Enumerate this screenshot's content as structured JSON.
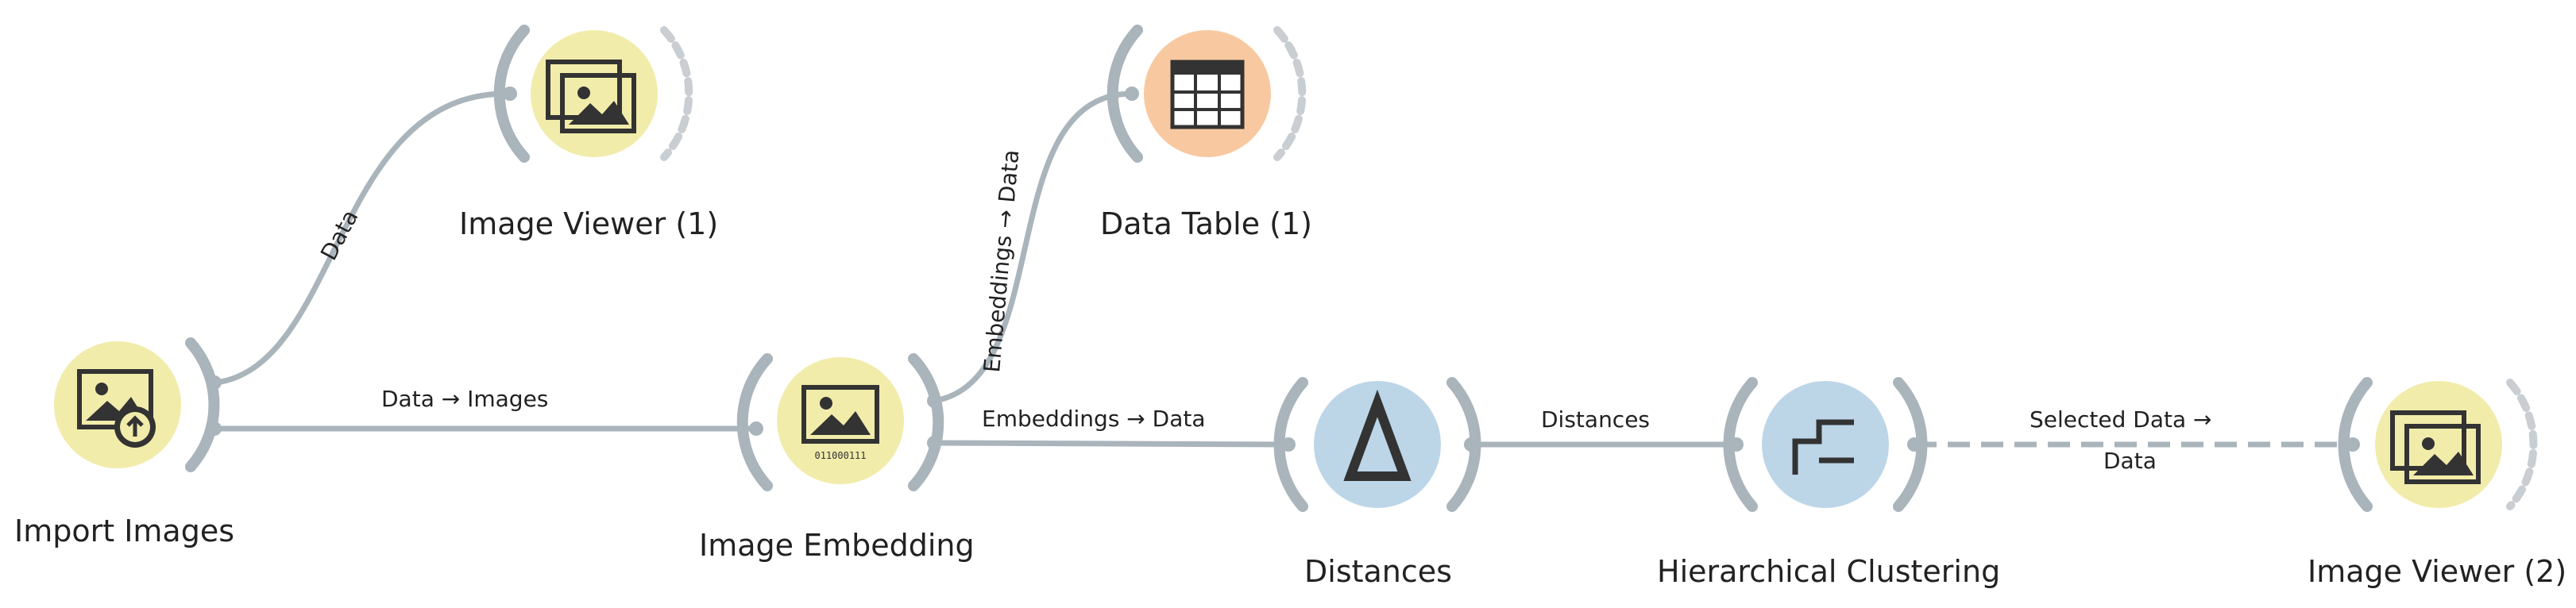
{
  "nodes": {
    "import_images": {
      "label": "Import Images",
      "color": "#f1ecaa"
    },
    "image_viewer_1": {
      "label": "Image Viewer (1)",
      "color": "#f1ecaa"
    },
    "data_table_1": {
      "label": "Data Table (1)",
      "color": "#f8c9a0"
    },
    "image_embedding": {
      "label": "Image Embedding",
      "color": "#f1ecaa",
      "icon_text": "011000111"
    },
    "distances": {
      "label": "Distances",
      "color": "#bcd6e8"
    },
    "hierarchical_clustering": {
      "label": "Hierarchical Clustering",
      "color": "#bcd6e8"
    },
    "image_viewer_2": {
      "label": "Image Viewer (2)",
      "color": "#f1ecaa"
    }
  },
  "links": {
    "import_to_viewer1": "Data",
    "import_to_embedding": "Data → Images",
    "embedding_to_table": "Embeddings → Data",
    "embedding_to_distances": "Embeddings → Data",
    "distances_to_clustering": "Distances",
    "clustering_to_viewer2_line1": "Selected Data →",
    "clustering_to_viewer2_line2": "Data"
  },
  "icons": {
    "import_images": "image-import-icon",
    "image_viewer": "image-gallery-icon",
    "data_table": "table-icon",
    "image_embedding": "image-embedding-icon",
    "distances": "delta-icon",
    "hierarchical_clustering": "dendrogram-icon"
  }
}
